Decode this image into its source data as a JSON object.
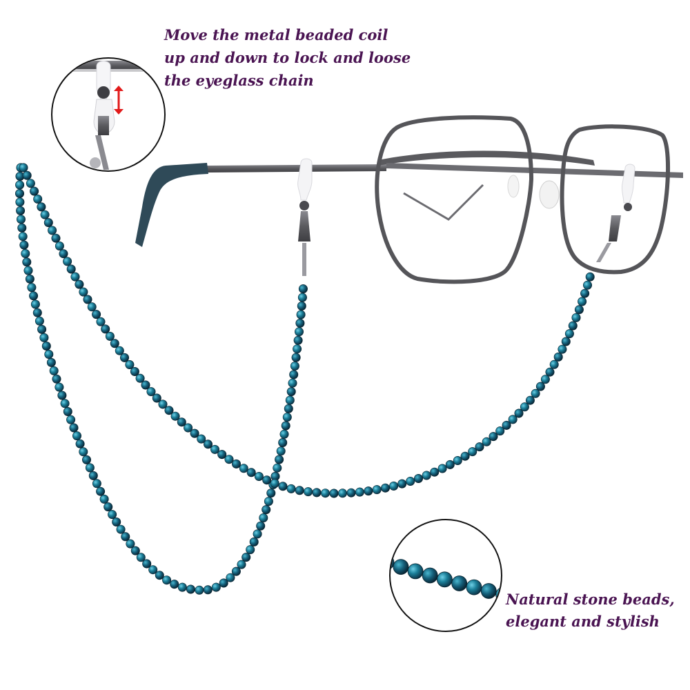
{
  "captions": {
    "clasp_callout": {
      "lines": [
        "Move the metal beaded coil",
        "up and down to lock and loose",
        "the eyeglass chain"
      ]
    },
    "beads_callout": {
      "lines": [
        "Natural stone beads,",
        "elegant and stylish"
      ]
    }
  },
  "colors": {
    "caption_text": "#4a1452",
    "bead_dark": "#0f3f56",
    "bead_teal": "#1b7f99",
    "bead_light": "#35a8c4",
    "frame_metal": "#5a5a5e",
    "temple_tip": "#2f4a58",
    "arrow_red": "#e21a1a"
  },
  "icons": {
    "up_down_arrow": "double-headed-vertical-arrow"
  }
}
